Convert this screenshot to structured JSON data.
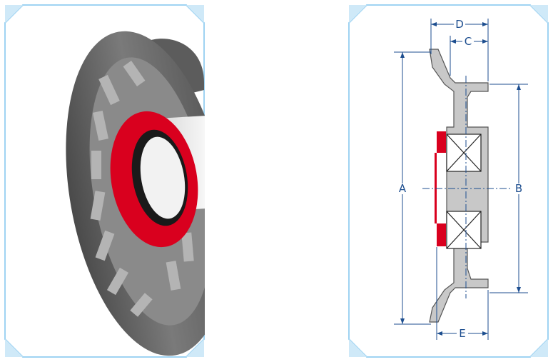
{
  "panels": {
    "photo": {
      "caption": ""
    },
    "drawing": {
      "dimensions": {
        "A": "A",
        "B": "B",
        "C": "C",
        "D": "D",
        "E": "E"
      }
    }
  },
  "colors": {
    "frame_border": "#9fd3f2",
    "dimension_line": "#1d4e8f",
    "section_fill": "#c8c8c8",
    "section_outline": "#555555",
    "seal_red": "#d9001e",
    "pulley_grey": "#6e6e6e"
  }
}
